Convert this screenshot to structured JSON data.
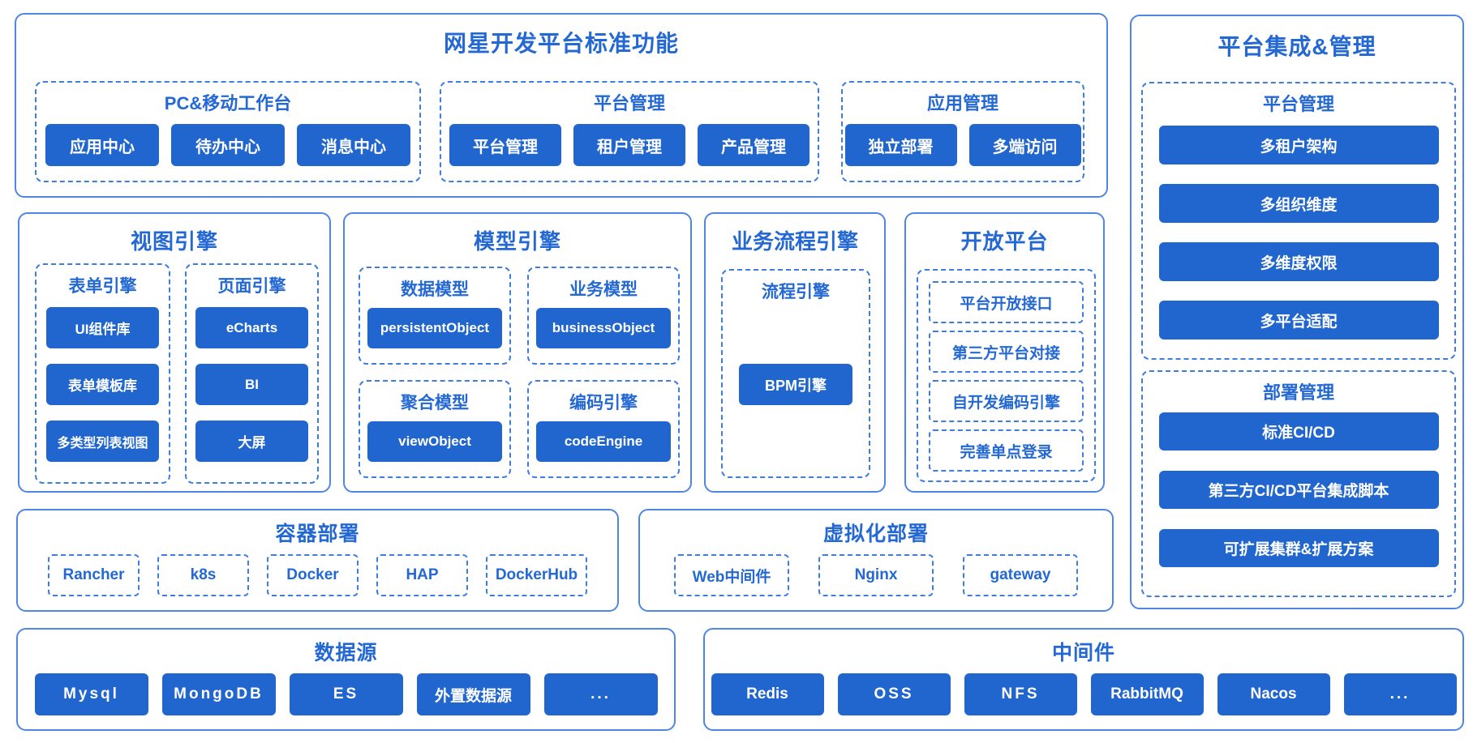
{
  "colors": {
    "node_fill": "#2166cf",
    "heading_text": "#2468d4",
    "solid_border": "#4f86e3",
    "dashed_border": "#3e7cdf",
    "node_text": "#ffffff",
    "background": "#ffffff"
  },
  "standard": {
    "title": "网星开发平台标准功能",
    "groups": [
      {
        "title": "PC&移动工作台",
        "buttons": [
          "应用中心",
          "待办中心",
          "消息中心"
        ]
      },
      {
        "title": "平台管理",
        "buttons": [
          "平台管理",
          "租户管理",
          "产品管理"
        ]
      },
      {
        "title": "应用管理",
        "buttons": [
          "独立部署",
          "多端访问"
        ]
      }
    ]
  },
  "view": {
    "title": "视图引擎",
    "groups": [
      {
        "title": "表单引擎",
        "buttons": [
          "UI组件库",
          "表单模板库",
          "多类型列表视图"
        ]
      },
      {
        "title": "页面引擎",
        "buttons": [
          "eCharts",
          "BI",
          "大屏"
        ]
      }
    ]
  },
  "model": {
    "title": "模型引擎",
    "groups": [
      {
        "title": "数据模型",
        "buttons": [
          "persistentObject"
        ]
      },
      {
        "title": "业务模型",
        "buttons": [
          "businessObject"
        ]
      },
      {
        "title": "聚合模型",
        "buttons": [
          "viewObject"
        ]
      },
      {
        "title": "编码引擎",
        "buttons": [
          "codeEngine"
        ]
      }
    ]
  },
  "bpm": {
    "title": "业务流程引擎",
    "group_title": "流程引擎",
    "button": "BPM引擎"
  },
  "open": {
    "title": "开放平台",
    "items": [
      "平台开放接口",
      "第三方平台对接",
      "自开发编码引擎",
      "完善单点登录"
    ]
  },
  "container": {
    "title": "容器部署",
    "items": [
      "Rancher",
      "k8s",
      "Docker",
      "HAP",
      "DockerHub"
    ]
  },
  "virtual": {
    "title": "虚拟化部署",
    "items": [
      "Web中间件",
      "Nginx",
      "gateway"
    ]
  },
  "datasource": {
    "title": "数据源",
    "buttons": [
      "Mysql",
      "MongoDB",
      "ES",
      "外置数据源",
      "..."
    ]
  },
  "middleware": {
    "title": "中间件",
    "buttons": [
      "Redis",
      "OSS",
      "NFS",
      "RabbitMQ",
      "Nacos",
      "..."
    ]
  },
  "integration": {
    "title": "平台集成&管理",
    "groups": [
      {
        "title": "平台管理",
        "buttons": [
          "多租户架构",
          "多组织维度",
          "多维度权限",
          "多平台适配"
        ]
      },
      {
        "title": "部署管理",
        "buttons": [
          "标准CI/CD",
          "第三方CI/CD平台集成脚本",
          "可扩展集群&扩展方案"
        ]
      }
    ]
  }
}
